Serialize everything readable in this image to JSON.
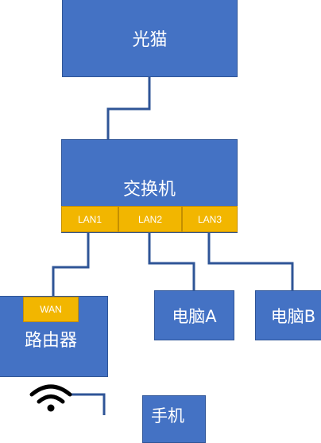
{
  "diagram": {
    "modem": {
      "label": "光猫"
    },
    "switch": {
      "label": "交换机",
      "ports": [
        "LAN1",
        "LAN2",
        "LAN3"
      ]
    },
    "router": {
      "label": "路由器",
      "wan_port": "WAN"
    },
    "pc_a": {
      "label": "电脑A"
    },
    "pc_b": {
      "label": "电脑B"
    },
    "phone": {
      "label": "手机"
    }
  },
  "colors": {
    "node_fill": "#4472c4",
    "node_border": "#2f5597",
    "port_fill": "#f2b600",
    "wire": "#2f5597",
    "wifi_icon": "#000000"
  },
  "icons": [
    "wifi-icon"
  ]
}
